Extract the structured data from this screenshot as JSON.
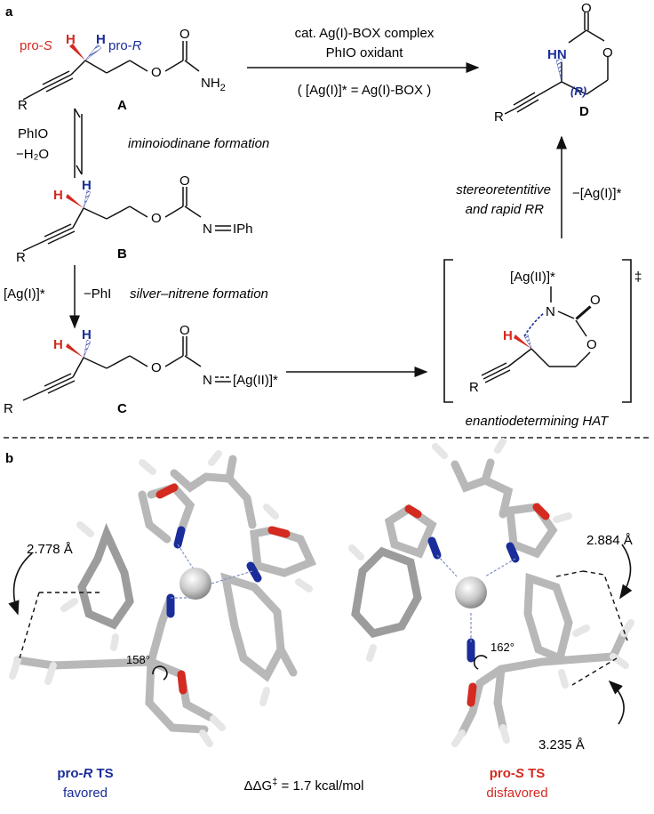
{
  "panel_a": {
    "label": "a",
    "compound_A": {
      "label": "A",
      "pro_s": "pro-",
      "pro_s_letter": "S",
      "pro_r": "pro-",
      "pro_r_letter": "R",
      "h": "H",
      "r": "R",
      "o": "O",
      "nh2": "NH",
      "nh2_sub": "2"
    },
    "reaction_top": {
      "line1": "cat. Ag(I)-BOX complex",
      "line2": "PhIO oxidant",
      "line3": "( [Ag(I)]* = Ag(I)-BOX )"
    },
    "compound_D": {
      "label": "D",
      "hn": "HN",
      "o": "O",
      "stereo": "(R)",
      "r": "R"
    },
    "step1": {
      "reagent1": "PhIO",
      "reagent2": "−H₂O",
      "desc": "iminoiodinane formation"
    },
    "compound_B": {
      "label": "B",
      "h": "H",
      "o": "O",
      "nipH": "N",
      "iph": "IPh",
      "r": "R"
    },
    "step2": {
      "reagent1": "[Ag(I)]*",
      "reagent2": "−PhI",
      "desc": "silver–nitrene formation"
    },
    "compound_C": {
      "label": "C",
      "h": "H",
      "o": "O",
      "n": "N",
      "ag": "[Ag(II)]*",
      "r": "R"
    },
    "ts_box": {
      "ag": "[Ag(II)]*",
      "n": "N",
      "h": "H",
      "o": "O",
      "r": "R",
      "dagger": "‡",
      "caption": "enantiodetermining HAT"
    },
    "step_rr": {
      "desc1": "stereoretentitive",
      "desc2": "and rapid RR",
      "reagent": "−[Ag(I)]*"
    }
  },
  "panel_b": {
    "label": "b",
    "left_ts": {
      "title_bold": "pro-",
      "title_letter": "R",
      "title_rest": " TS",
      "subtitle": "favored",
      "distance": "2.778 Å",
      "angle": "158°"
    },
    "right_ts": {
      "title_bold": "pro-",
      "title_letter": "S",
      "title_rest": " TS",
      "subtitle": "disfavored",
      "distance1": "2.884 Å",
      "distance2": "3.235 Å",
      "angle": "162°"
    },
    "energy": {
      "text": "ΔΔG",
      "sup": "‡",
      "value": " = 1.7 kcal/mol"
    }
  },
  "colors": {
    "pro_s_red": "#d42a20",
    "pro_r_blue": "#1a2d9a",
    "silver": "#c8c8c8"
  }
}
